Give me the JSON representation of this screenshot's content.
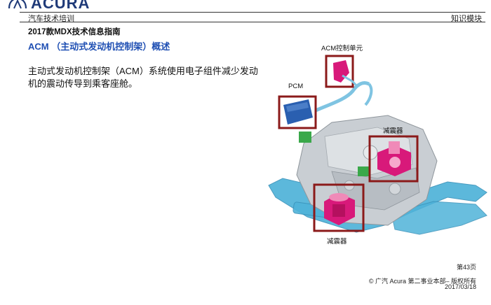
{
  "header": {
    "brand": "ACURA",
    "left_subtitle": "汽车技术培训",
    "right_subtitle": "知识模块"
  },
  "doc_title": "2017款MDX技术信息指南",
  "section_title": "ACM （主动式发动机控制架）概述",
  "body_text": "主动式发动机控制架（ACM）系统使用电子组件减少发动机的震动传导到乘客座舱。",
  "figure": {
    "labels": {
      "acm_unit": "ACM控制单元",
      "pcm": "PCM",
      "mount_right": "减震器",
      "mount_bottom": "减震器"
    },
    "colors": {
      "highlight_box": "#8b1a1a",
      "subframe": "#4fb3d9",
      "component": "#d8197a",
      "ecu": "#2a5fb0",
      "engine": "#c9ced3"
    }
  },
  "footer": {
    "page": "第43页",
    "copyright": "© 广汽 Acura 第二事业本部– 版权所有",
    "date": "2017/03/18"
  }
}
